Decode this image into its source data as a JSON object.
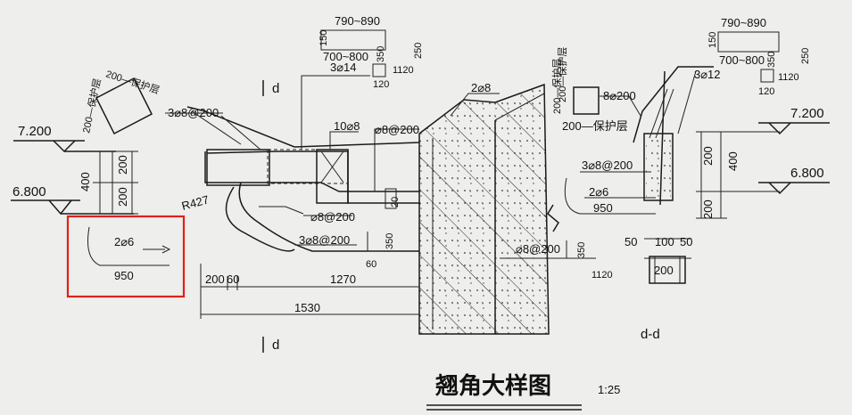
{
  "title": "翘角大样图",
  "scale": "1:25",
  "section_marks": [
    "d",
    "d",
    "d-d"
  ],
  "elevations": [
    "7.200",
    "6.800",
    "7.200",
    "6.800"
  ],
  "left_dims": [
    "400",
    "200",
    "200"
  ],
  "right_dims": [
    "200",
    "400",
    "200"
  ],
  "protect_layer": "200—保护层",
  "radius": "R427",
  "rebar_labels": {
    "a": "3⌀8@200",
    "b": "10⌀8",
    "c": "⌀8@200",
    "d": "⌀8@200",
    "e": "3⌀8@200",
    "f": "2⌀8",
    "g": "8⌀200",
    "h": "⌀8@200",
    "i": "3⌀8@200",
    "top_left_count": "3⌀14",
    "top_right_count": "3⌀12"
  },
  "dims_top_left": [
    "790~890",
    "150",
    "700~800",
    "350",
    "250",
    "1120",
    "120"
  ],
  "dims_top_right": [
    "790~890",
    "150",
    "700~800",
    "350",
    "250",
    "1120",
    "120"
  ],
  "small_bar_left": {
    "label": "2⌀6",
    "length": "950"
  },
  "small_bar_right": {
    "label": "2⌀6",
    "length": "950"
  },
  "bottom_dims": [
    "200",
    "60",
    "1270",
    "1530"
  ],
  "dims_mid": [
    "20",
    "350",
    "60",
    "350",
    "1120"
  ],
  "dd_dims": [
    "50",
    "100",
    "50",
    "200"
  ]
}
